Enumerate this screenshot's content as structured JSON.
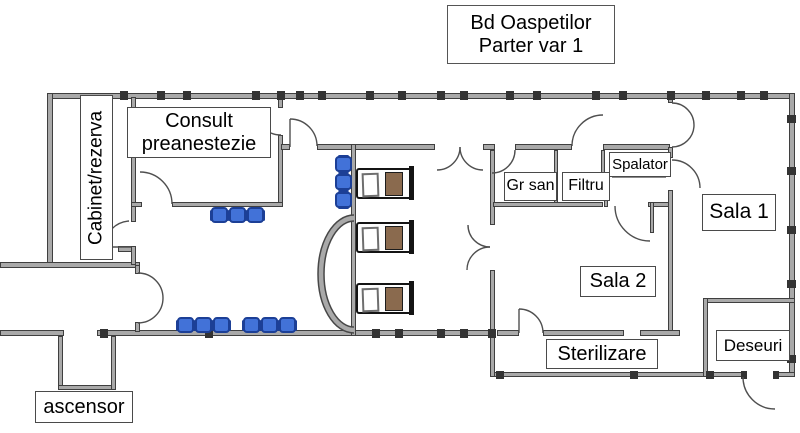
{
  "title": {
    "line1": "Bd Oaspetilor",
    "line2": "Parter var 1"
  },
  "rooms": {
    "cabinet": "Cabinet/rezerva",
    "consult_line1": "Consult",
    "consult_line2": "preanestezie",
    "gr_san": "Gr san",
    "filtru": "Filtru",
    "spalator": "Spalator",
    "sala1": "Sala 1",
    "sala2": "Sala 2",
    "sterilizare": "Sterilizare",
    "deseuri": "Deseuri",
    "ascensor": "ascensor"
  },
  "colors": {
    "wall": "#a9a9a9",
    "wall_edge": "#3f3f3f",
    "chair": "#4272d8",
    "chair_border": "#1c3f96",
    "blanket": "#8a6a4e"
  },
  "furniture": {
    "beds": 3,
    "chair_groups": [
      {
        "name": "consult-waiting",
        "count": 3
      },
      {
        "name": "hall-wall",
        "count": 3
      },
      {
        "name": "bottom-left",
        "count": 3
      },
      {
        "name": "bottom-right",
        "count": 3
      }
    ]
  }
}
